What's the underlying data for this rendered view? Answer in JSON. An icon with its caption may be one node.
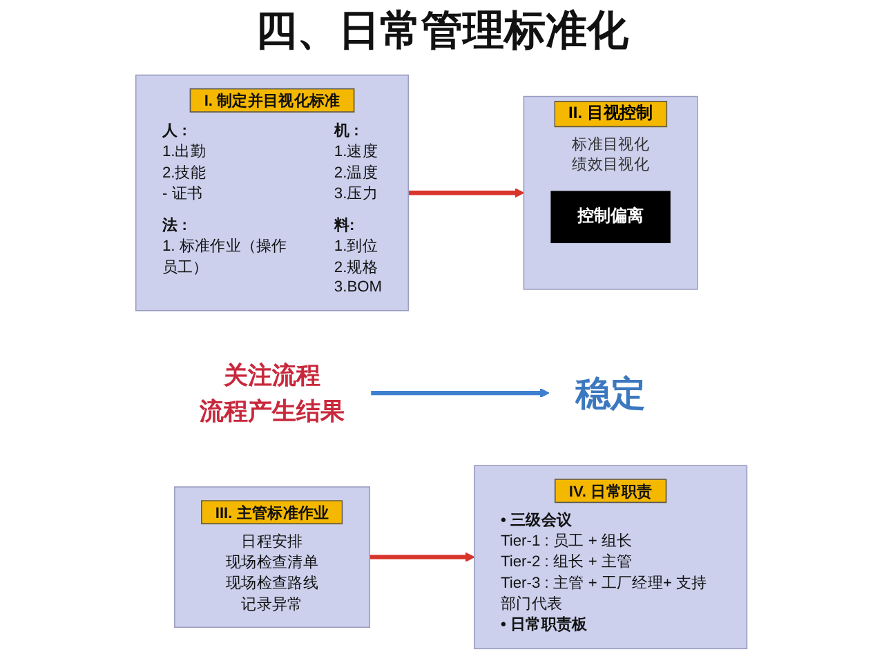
{
  "diagram": {
    "title": "四、日常管理标准化",
    "nodes": [
      {
        "text": [
          "I. 制定并目视化标准",
          "人 :",
          "1.出勤",
          "2.技能",
          "- 证书",
          "机 :",
          "1.速度",
          "2.温度",
          "3.压力",
          "法 :",
          "1. 标准作业（操作员工）",
          "料:",
          "1.到位",
          "2.规格",
          "3.BOM"
        ]
      },
      {
        "text": [
          "II. 目视控制",
          "标准目视化",
          "绩效目视化"
        ]
      },
      {
        "text": [
          "控制偏离"
        ],
        "in": 1
      },
      {
        "text": [
          "关注流程",
          "流程产生结果"
        ]
      },
      {
        "text": [
          "稳定"
        ]
      },
      {
        "text": [
          "IV. 日常职责",
          "• 三级会议",
          "Tier-1 : 员工 + 组长",
          "Tier-2 : 组长 + 主管",
          "Tier-3 : 主管 + 工厂经理+ 支持部门代表",
          "• 日常职责板"
        ]
      },
      {
        "text": [
          "III. 主管标准作业",
          "日程安排",
          "现场检查清单",
          "现场检查路线",
          "记录异常"
        ]
      }
    ],
    "edges": [
      {
        "from": 0,
        "to": 1,
        "arrow": "to"
      },
      {
        "from": 3,
        "to": 4,
        "arrow": "to",
        "color": "#3f7fcf"
      },
      {
        "from": 6,
        "to": 5,
        "arrow": "to"
      }
    ]
  }
}
